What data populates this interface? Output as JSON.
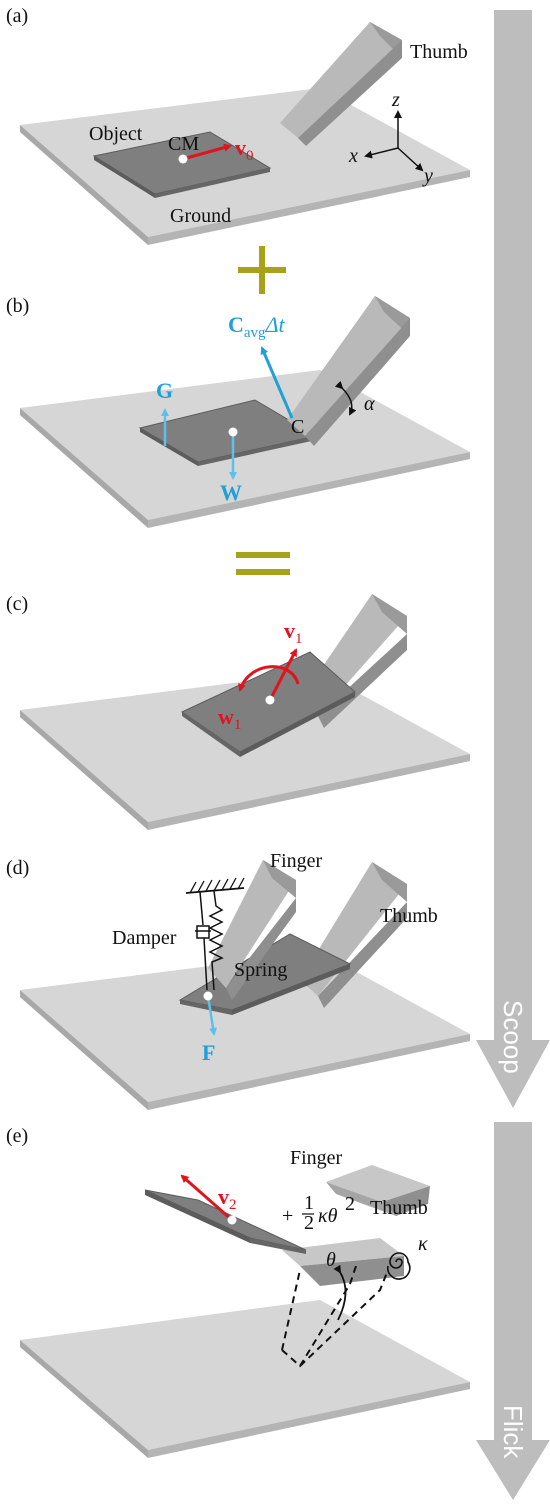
{
  "colors": {
    "ground_top": "#d6d6d6",
    "ground_side": "#a8a8a8",
    "object": "#7f7f7f",
    "object_edge": "#5c5c5c",
    "finger_light": "#b9b9b9",
    "finger_dark": "#8f8f8f",
    "red": "#e0141e",
    "blue_dark": "#1fa0d6",
    "blue_light": "#5cc1ea",
    "olive": "#a8a21a",
    "phase_arrow": "#bdbdbd"
  },
  "panels": {
    "a": {
      "label": "(a)",
      "thumb": "Thumb",
      "object": "Object",
      "cm": "CM",
      "v0": "v",
      "v0_sub": "0",
      "ground": "Ground",
      "axis_x": "x",
      "axis_y": "y",
      "axis_z": "z"
    },
    "operator_plus": "+",
    "b": {
      "label": "(b)",
      "cavg_c": "C",
      "cavg_sub": "avg",
      "cavg_dt": "Δt",
      "g": "G",
      "w": "W",
      "c_point": "C",
      "alpha": "α"
    },
    "operator_equals": "=",
    "c": {
      "label": "(c)",
      "v1": "v",
      "v1_sub": "1",
      "w1": "w",
      "w1_sub": "1"
    },
    "d": {
      "label": "(d)",
      "finger": "Finger",
      "thumb": "Thumb",
      "damper": "Damper",
      "spring": "Spring",
      "f": "F"
    },
    "e": {
      "label": "(e)",
      "finger": "Finger",
      "thumb": "Thumb",
      "v2": "v",
      "v2_sub": "2",
      "energy_plus": "+",
      "energy_num": "1",
      "energy_den": "2",
      "energy_kappa": "κθ",
      "energy_exp": "2",
      "theta": "θ",
      "kappa": "κ"
    }
  },
  "phases": {
    "scoop": "Scoop",
    "flick": "Flick"
  }
}
